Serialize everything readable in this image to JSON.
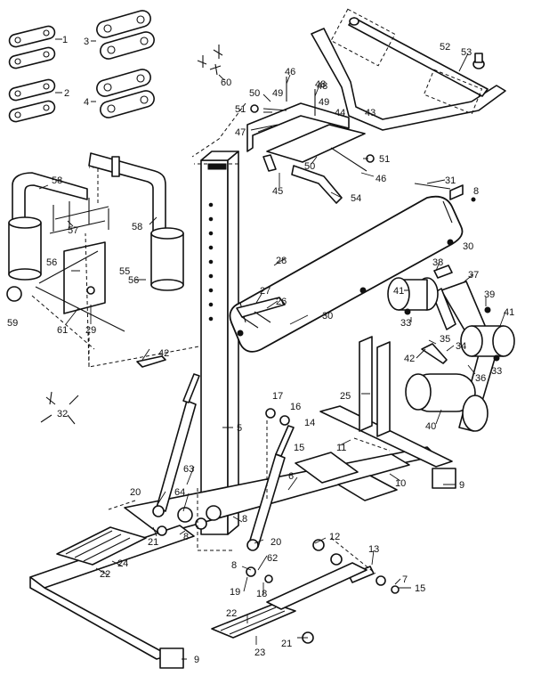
{
  "callouts": [
    {
      "id": "c1",
      "text": "1"
    },
    {
      "id": "c2",
      "text": "2"
    },
    {
      "id": "c3",
      "text": "3"
    },
    {
      "id": "c4",
      "text": "4"
    },
    {
      "id": "c60",
      "text": "60"
    },
    {
      "id": "c52",
      "text": "52"
    },
    {
      "id": "c53",
      "text": "53"
    },
    {
      "id": "c46a",
      "text": "46"
    },
    {
      "id": "c48a",
      "text": "48"
    },
    {
      "id": "c50a",
      "text": "50"
    },
    {
      "id": "c49a",
      "text": "49"
    },
    {
      "id": "c48b",
      "text": "48"
    },
    {
      "id": "c49b",
      "text": "49"
    },
    {
      "id": "c51a",
      "text": "51"
    },
    {
      "id": "c43",
      "text": "43"
    },
    {
      "id": "c44",
      "text": "44"
    },
    {
      "id": "c47",
      "text": "47"
    },
    {
      "id": "c50b",
      "text": "50"
    },
    {
      "id": "c51b",
      "text": "51"
    },
    {
      "id": "c45",
      "text": "45"
    },
    {
      "id": "c46b",
      "text": "46"
    },
    {
      "id": "c54",
      "text": "54"
    },
    {
      "id": "c31",
      "text": "31"
    },
    {
      "id": "c8a",
      "text": "8"
    },
    {
      "id": "c58a",
      "text": "58"
    },
    {
      "id": "c58b",
      "text": "58"
    },
    {
      "id": "c57",
      "text": "57"
    },
    {
      "id": "c56a",
      "text": "56"
    },
    {
      "id": "c55",
      "text": "55"
    },
    {
      "id": "c56b",
      "text": "56"
    },
    {
      "id": "c59",
      "text": "59"
    },
    {
      "id": "c61",
      "text": "61"
    },
    {
      "id": "c29",
      "text": "29"
    },
    {
      "id": "c28",
      "text": "28"
    },
    {
      "id": "c30a",
      "text": "30"
    },
    {
      "id": "c27",
      "text": "27"
    },
    {
      "id": "c26",
      "text": "26"
    },
    {
      "id": "c30b",
      "text": "30"
    },
    {
      "id": "c38",
      "text": "38"
    },
    {
      "id": "c37",
      "text": "37"
    },
    {
      "id": "c41a",
      "text": "41"
    },
    {
      "id": "c39",
      "text": "39"
    },
    {
      "id": "c33a",
      "text": "33"
    },
    {
      "id": "c41b",
      "text": "41"
    },
    {
      "id": "c35",
      "text": "35"
    },
    {
      "id": "c34",
      "text": "34"
    },
    {
      "id": "c42a",
      "text": "42"
    },
    {
      "id": "c33b",
      "text": "33"
    },
    {
      "id": "c36",
      "text": "36"
    },
    {
      "id": "c40",
      "text": "40"
    },
    {
      "id": "c42b",
      "text": "42"
    },
    {
      "id": "c32",
      "text": "32"
    },
    {
      "id": "c17",
      "text": "17"
    },
    {
      "id": "c16a",
      "text": "16"
    },
    {
      "id": "c14",
      "text": "14"
    },
    {
      "id": "c15a",
      "text": "15"
    },
    {
      "id": "c25",
      "text": "25"
    },
    {
      "id": "c5",
      "text": "5"
    },
    {
      "id": "c11",
      "text": "11"
    },
    {
      "id": "c10",
      "text": "10"
    },
    {
      "id": "c9a",
      "text": "9"
    },
    {
      "id": "c6",
      "text": "6"
    },
    {
      "id": "c63",
      "text": "63"
    },
    {
      "id": "c64",
      "text": "64"
    },
    {
      "id": "c20a",
      "text": "20"
    },
    {
      "id": "c8b",
      "text": "8"
    },
    {
      "id": "c21a",
      "text": "21"
    },
    {
      "id": "c8c",
      "text": "8"
    },
    {
      "id": "c24",
      "text": "24"
    },
    {
      "id": "c22a",
      "text": "22"
    },
    {
      "id": "c20b",
      "text": "20"
    },
    {
      "id": "c12",
      "text": "12"
    },
    {
      "id": "c8d",
      "text": "8"
    },
    {
      "id": "c62",
      "text": "62"
    },
    {
      "id": "c13",
      "text": "13"
    },
    {
      "id": "c19",
      "text": "19"
    },
    {
      "id": "c18",
      "text": "18"
    },
    {
      "id": "c7",
      "text": "7"
    },
    {
      "id": "c15b",
      "text": "15"
    },
    {
      "id": "c22b",
      "text": "22"
    },
    {
      "id": "c23",
      "text": "23"
    },
    {
      "id": "c21b",
      "text": "21"
    },
    {
      "id": "c9b",
      "text": "9"
    }
  ]
}
